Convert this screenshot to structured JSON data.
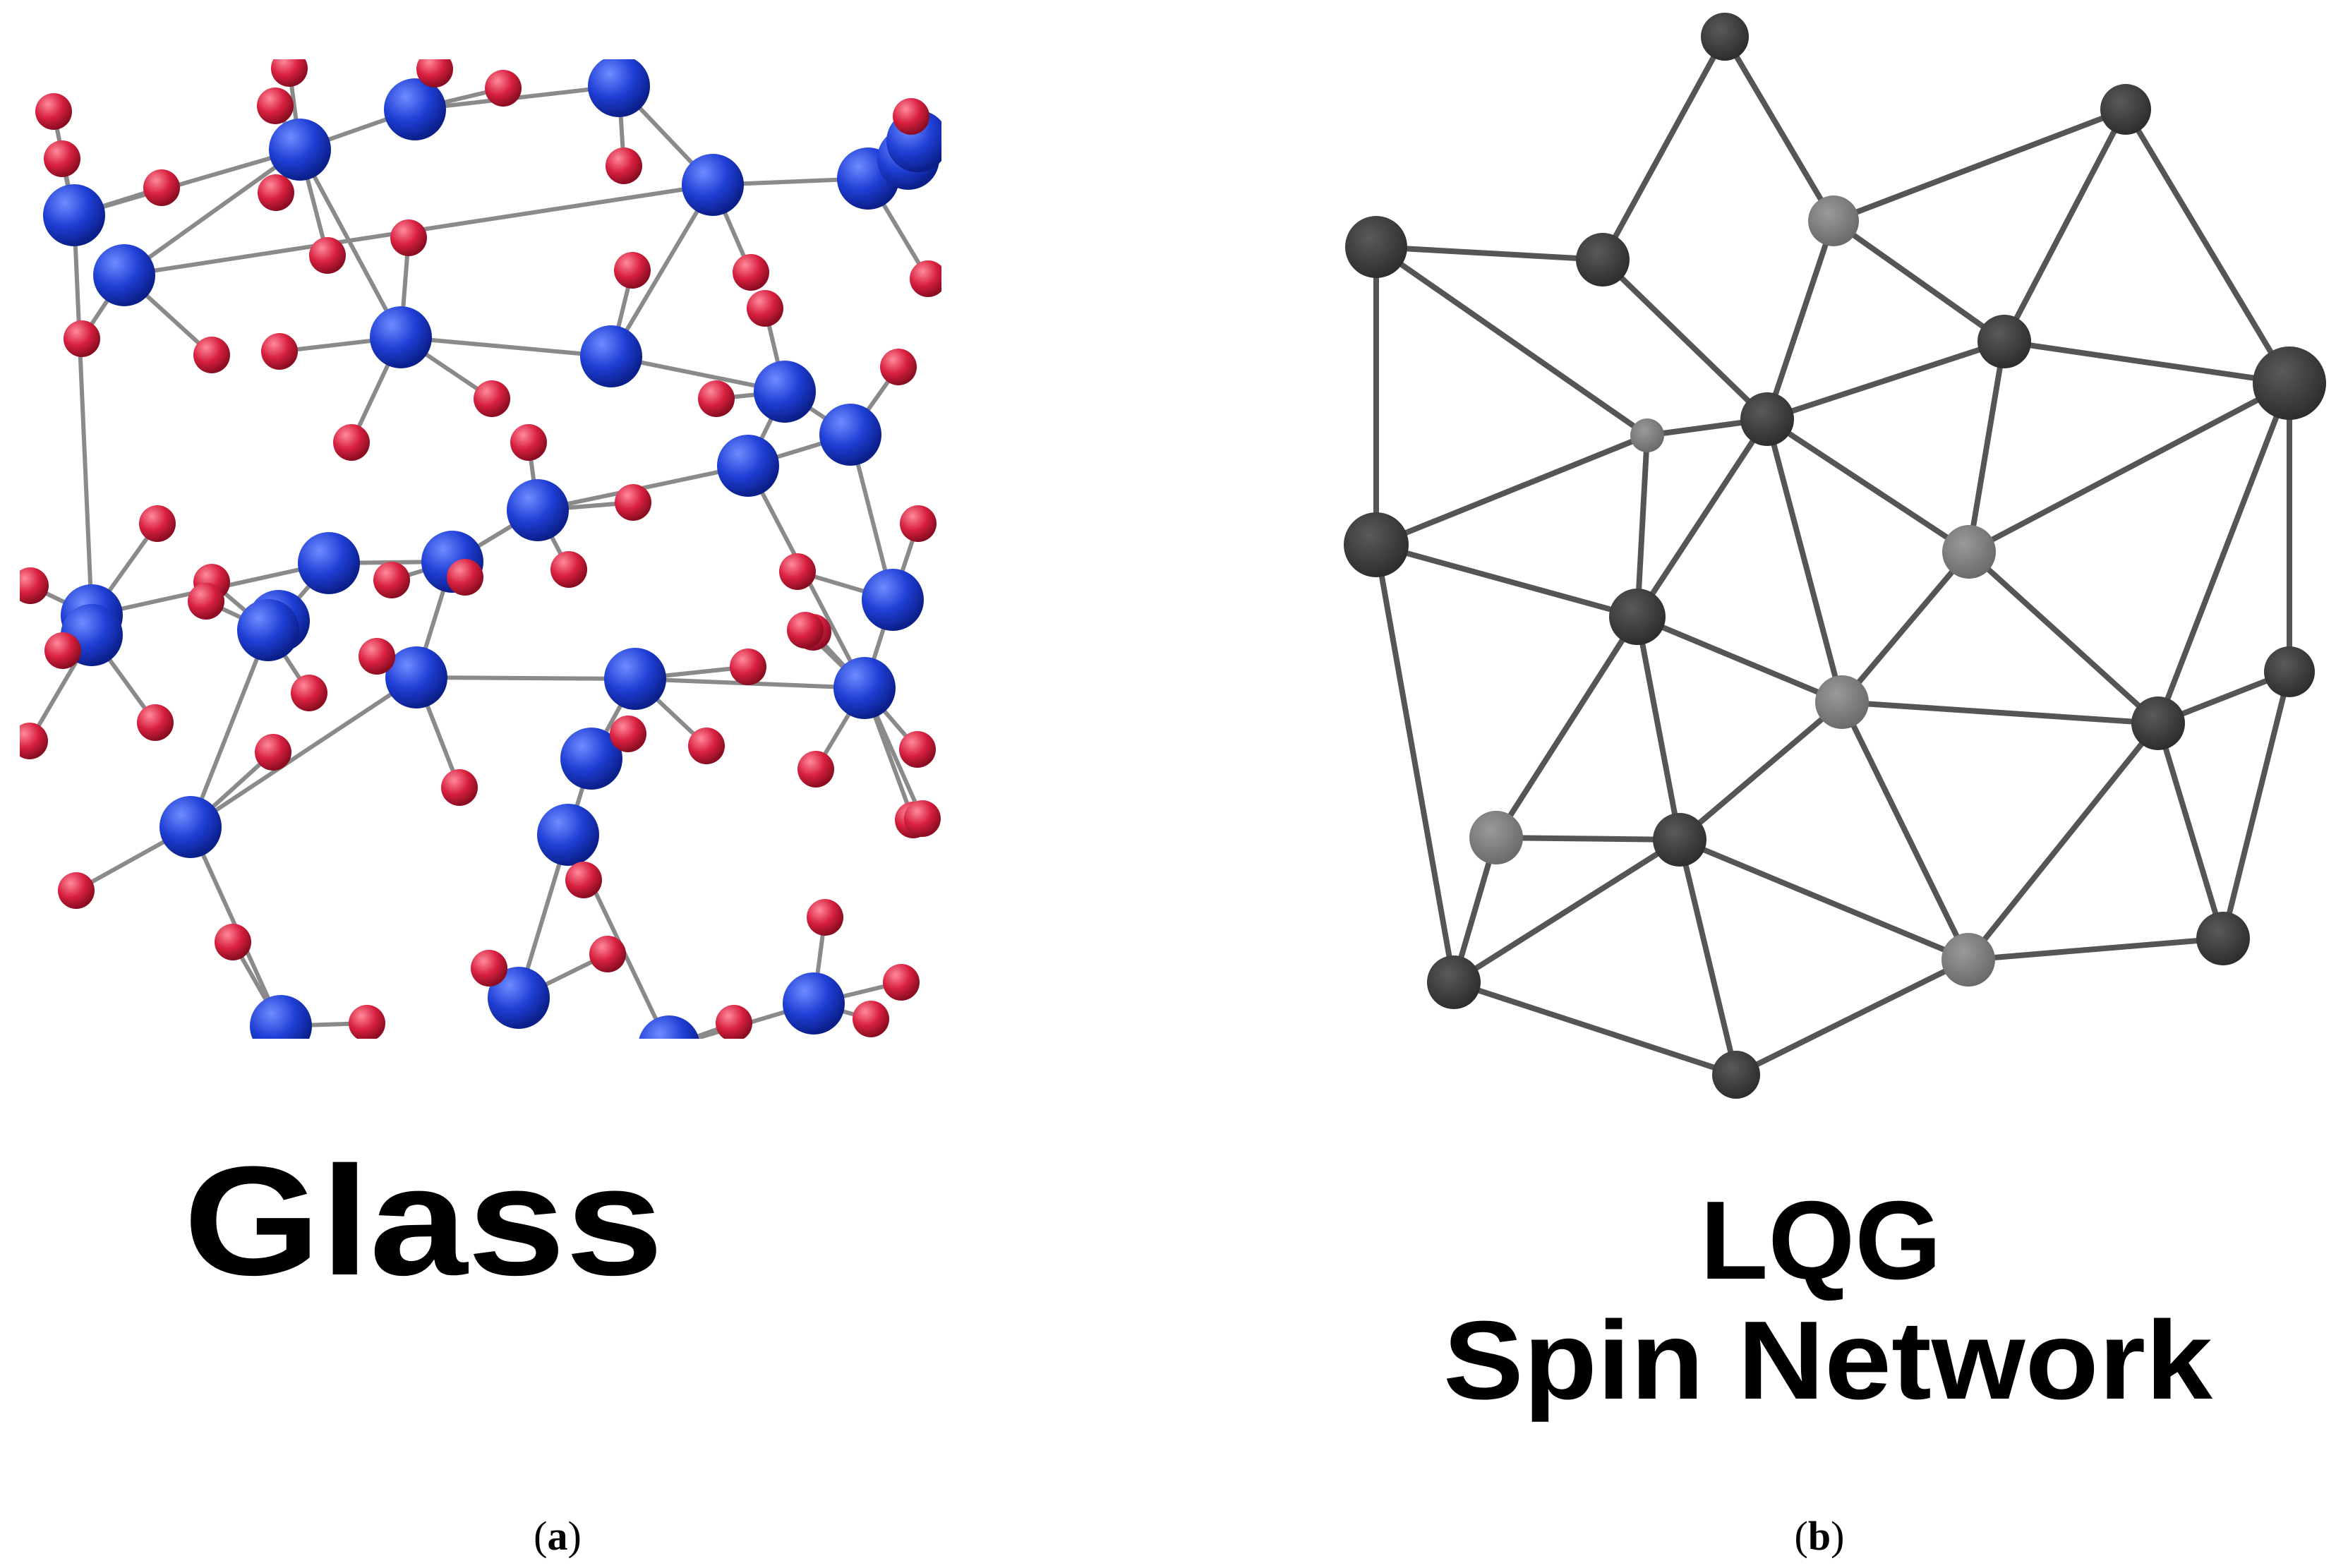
{
  "panel_a": {
    "label": "Glass",
    "caption_letter": "a",
    "colors": {
      "large_atom": "#1f3fd6",
      "small_atom": "#d8203f",
      "bond": "#8a8a8a"
    }
  },
  "panel_b": {
    "label_line1": "LQG",
    "label_line2": "Spin Network",
    "caption_letter": "b",
    "colors": {
      "dark_node": "#3b3b3b",
      "light_node": "#7a7a7a",
      "edge": "#555555"
    }
  }
}
